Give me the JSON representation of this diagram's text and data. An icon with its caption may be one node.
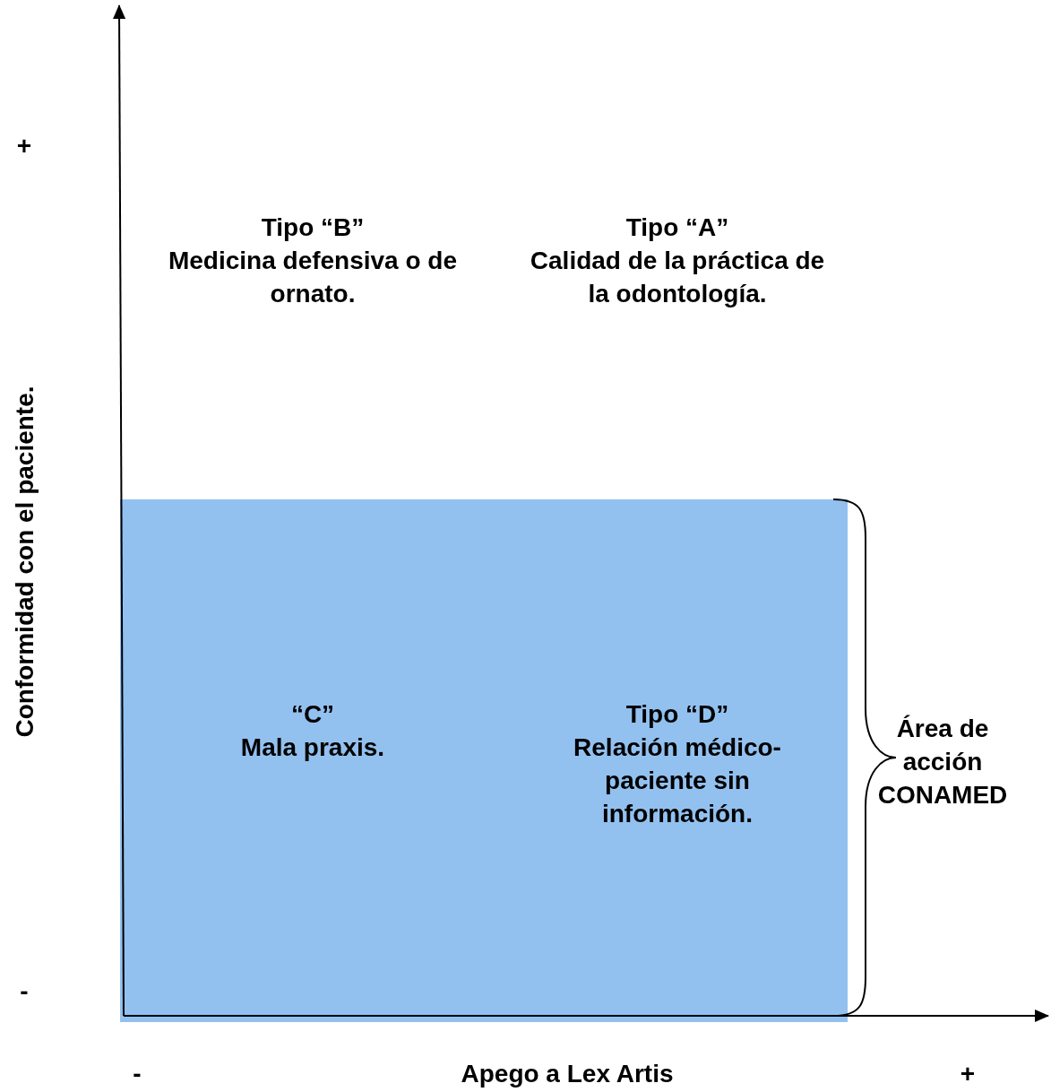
{
  "diagram": {
    "nodes": [
      {
        "text": [
          "“C”",
          "Mala praxis.",
          "Tipo “D”",
          "Relación médico-paciente sin información."
        ]
      }
    ],
    "labels": [
      "+",
      "Tipo “B”",
      "Medicina defensiva o de ornato.",
      "Tipo “A”",
      "Calidad de la práctica de la odontología.",
      "Conformidad con el paciente.",
      "Área de acción CONAMED",
      "-",
      "-",
      "Apego a Lex Artis",
      "+"
    ]
  }
}
